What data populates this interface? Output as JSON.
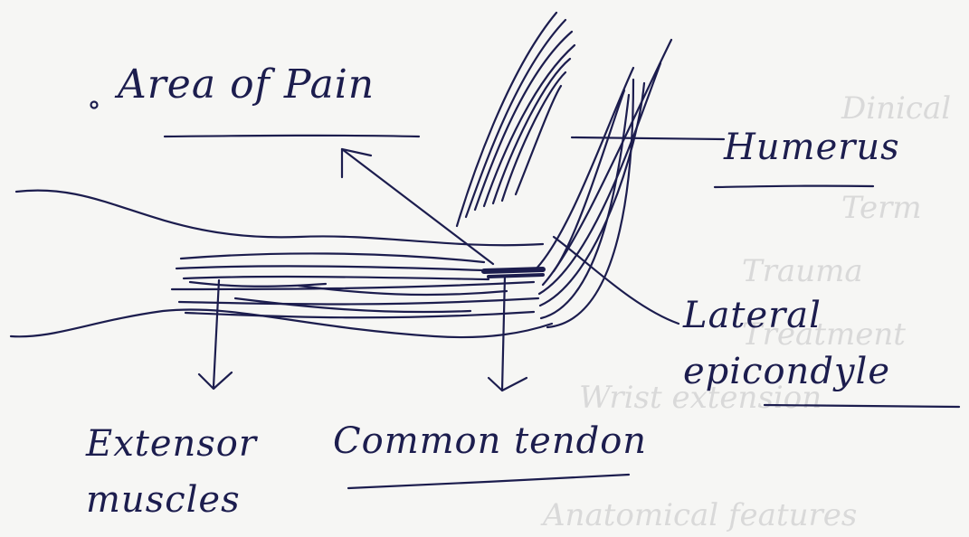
{
  "diagram": {
    "title": "Area of Pain",
    "labels": {
      "humerus": "Humerus",
      "lateral_epicondyle": "Lateral epicondyle",
      "extensor_muscles": "Extensor muscles",
      "common_tendon": "Common tendon"
    },
    "show_through_text": [
      "Dinical",
      "Term",
      "Trauma",
      "Treatment",
      "Wrist extension",
      "Anatomical features"
    ]
  },
  "colors": {
    "paper": "#f6f6f4",
    "ink": "#1c1d4e",
    "bleed_through": "#d9d9d9"
  }
}
